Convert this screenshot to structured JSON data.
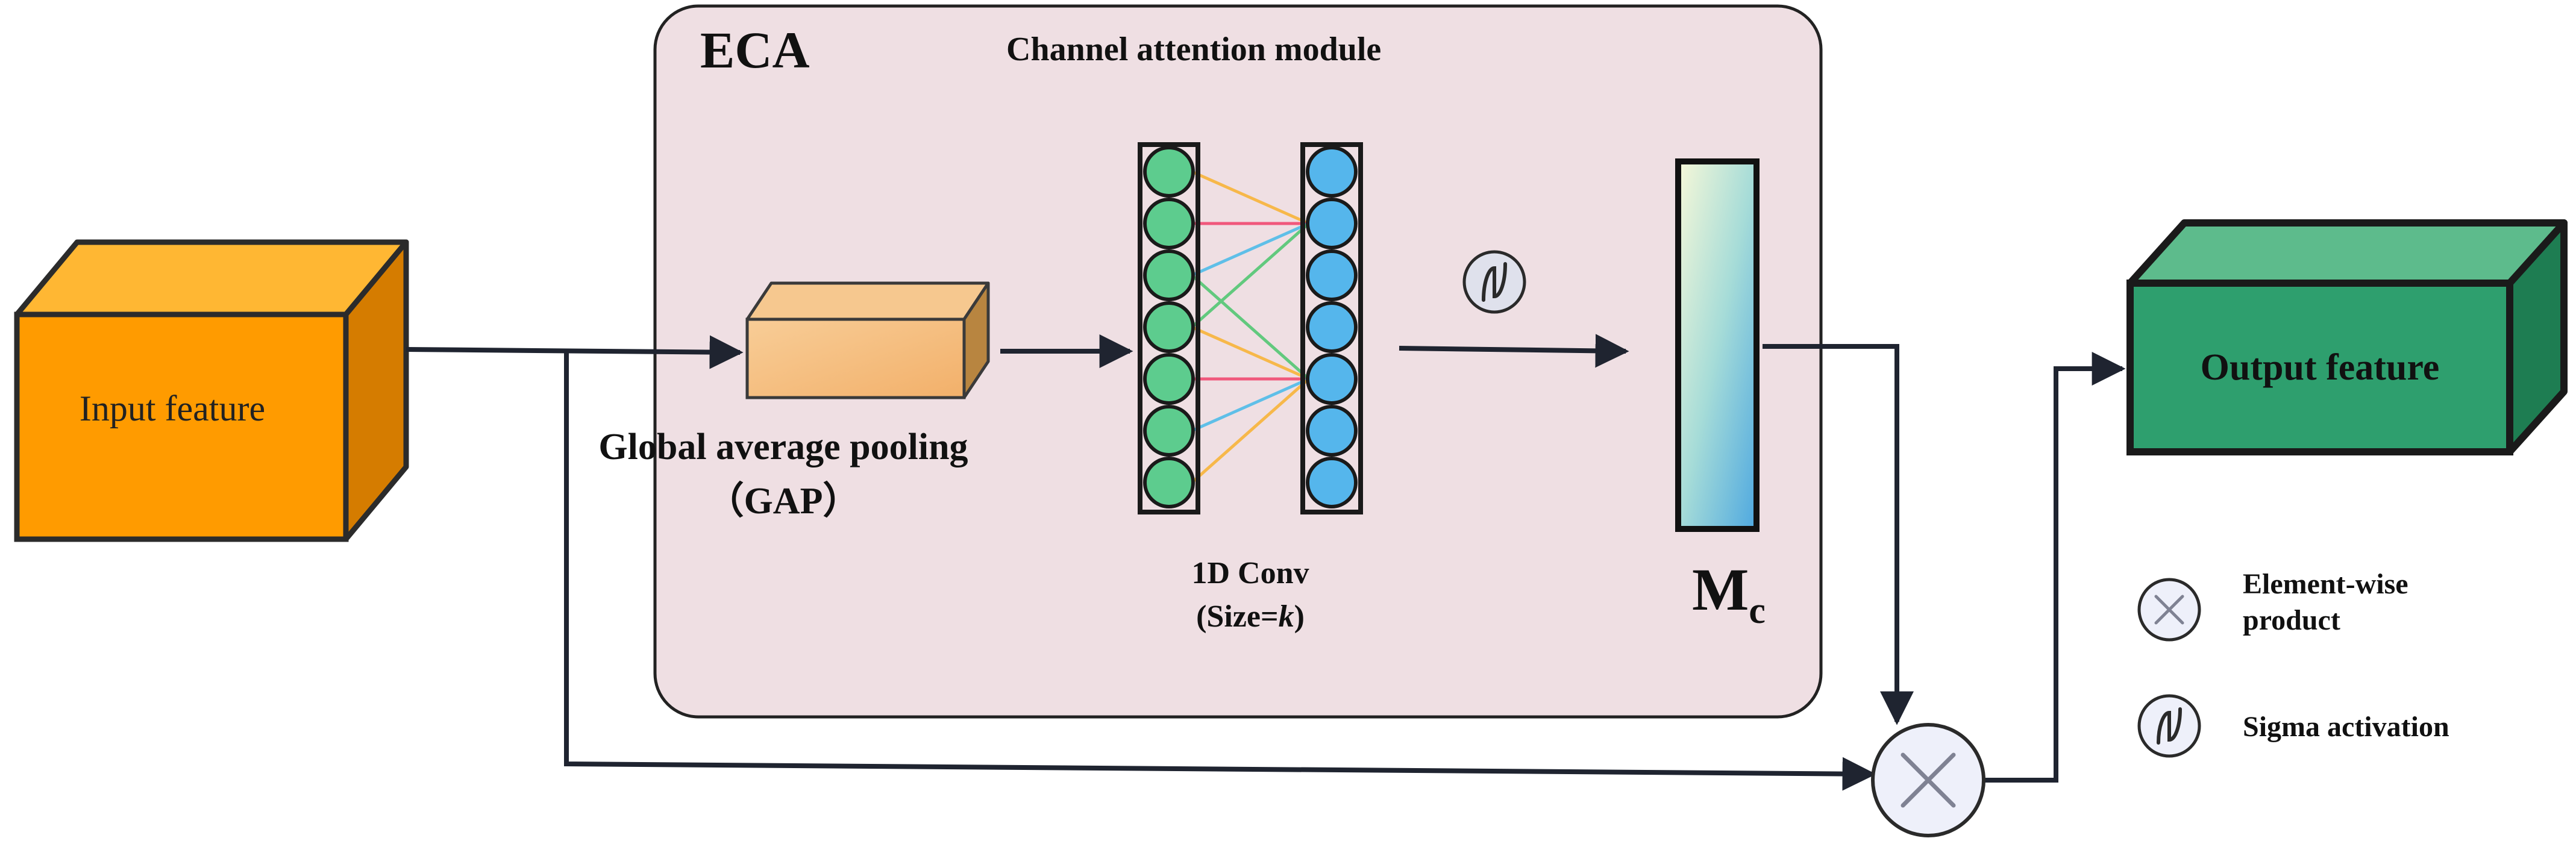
{
  "module": {
    "tag": "ECA",
    "title": "Channel attention module"
  },
  "input": {
    "label": "Input feature"
  },
  "output": {
    "label": "Output feature"
  },
  "gap": {
    "label_line1": "Global average pooling",
    "label_line2": "（GAP）"
  },
  "conv": {
    "label_line1": "1D Conv",
    "label_prefix": "(Size=",
    "label_k": "k",
    "label_suffix": ")"
  },
  "mc": {
    "label_main": "M",
    "label_sub": "c"
  },
  "legend": {
    "product_line1": "Element-wise",
    "product_line2": "product",
    "sigma": "Sigma activation"
  },
  "colors": {
    "module_bg": "#efdfe3",
    "input_front": "#ff9b00",
    "output_front": "#2e9f6e",
    "neuron_green": "#5dcc8e",
    "neuron_blue": "#55b6ec",
    "line_orange": "#f7b84a",
    "line_pink": "#f0587c",
    "line_blue": "#5fbfe8",
    "line_green": "#62c97e"
  },
  "icons": [
    "cube-input-icon",
    "cube-output-icon",
    "gap-block-icon",
    "sigma-icon",
    "multiply-icon"
  ]
}
